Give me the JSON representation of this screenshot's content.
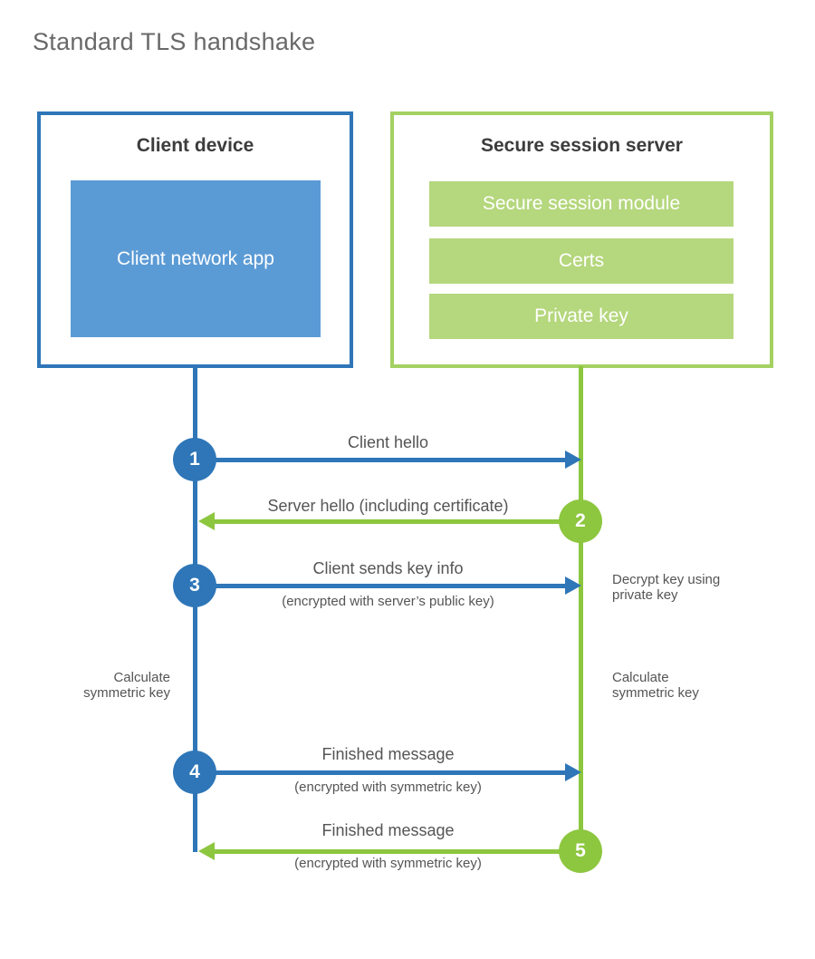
{
  "title": "Standard TLS handshake",
  "client": {
    "title": "Client device",
    "app_label": "Client network app"
  },
  "server": {
    "title": "Secure session server",
    "modules": [
      "Secure session module",
      "Certs",
      "Private key"
    ]
  },
  "messages": [
    {
      "num": "1",
      "label": "Client hello",
      "sub": "",
      "direction": "client-to-server",
      "color": "#2e76b8"
    },
    {
      "num": "2",
      "label": "Server hello (including certificate)",
      "sub": "",
      "direction": "server-to-client",
      "color": "#8dc63f"
    },
    {
      "num": "3",
      "label": "Client sends key info",
      "sub": "(encrypted with server’s public key)",
      "direction": "client-to-server",
      "color": "#2e76b8"
    },
    {
      "num": "4",
      "label": "Finished message",
      "sub": "(encrypted with symmetric key)",
      "direction": "client-to-server",
      "color": "#2e76b8"
    },
    {
      "num": "5",
      "label": "Finished message",
      "sub": "(encrypted with symmetric key)",
      "direction": "server-to-client",
      "color": "#8dc63f"
    }
  ],
  "side_notes": {
    "decrypt": "Decrypt key using private key",
    "calculate_left": "Calculate symmetric key",
    "calculate_right": "Calculate symmetric key"
  },
  "colors": {
    "blue": "#2e76b8",
    "blue_fill": "#5b9bd5",
    "green": "#8dc63f",
    "green_border": "#a4d162",
    "green_fill": "#b5d77d"
  }
}
